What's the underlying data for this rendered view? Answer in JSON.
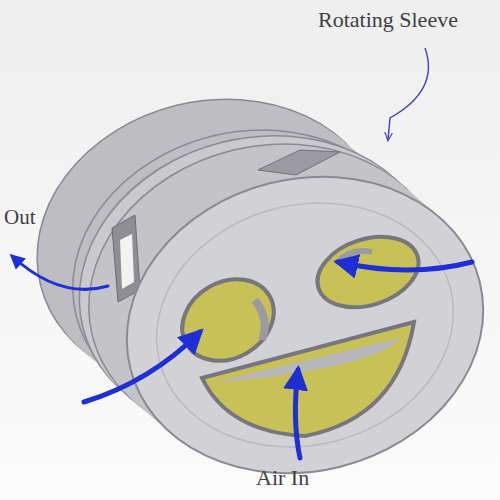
{
  "diagram": {
    "labels": [
      "Rotating Sleeve",
      "Out",
      "Air In"
    ]
  }
}
